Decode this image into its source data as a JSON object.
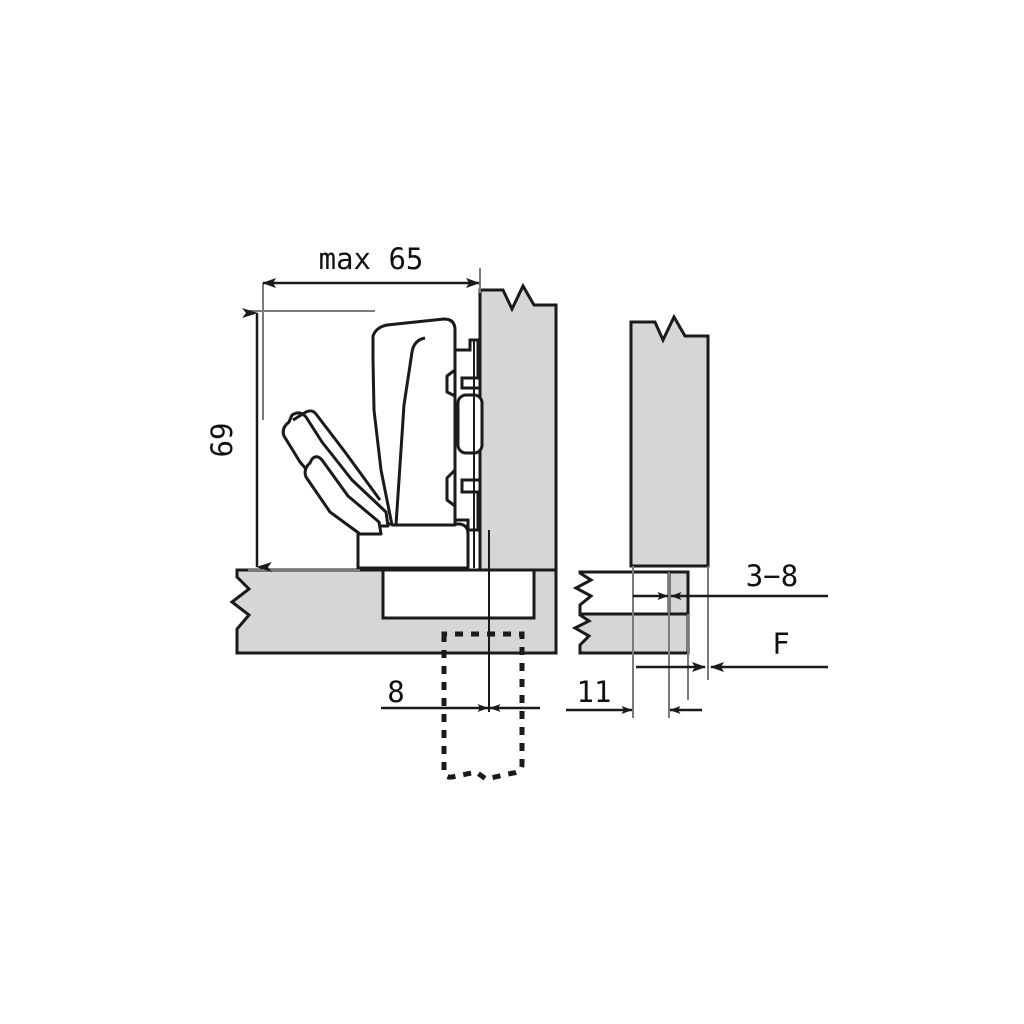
{
  "document": {
    "type": "technical-drawing",
    "subject": "concealed cabinet hinge installation diagram",
    "units": "mm",
    "background_color": "#ffffff",
    "line_color": "#1a1a1a",
    "fill_gray": "#d6d6d6",
    "views": [
      {
        "id": "side-view",
        "name": "hinge side section view",
        "position": "left"
      },
      {
        "id": "detail-view",
        "name": "door overlay detail view",
        "position": "right"
      }
    ]
  },
  "dimensions": {
    "max_opening_width": {
      "label": "max 65",
      "value": 65,
      "prefix": "max",
      "orientation": "horizontal",
      "view": "side-view"
    },
    "height": {
      "label": "69",
      "value": 69,
      "orientation": "vertical-rotated",
      "view": "side-view"
    },
    "drill_offset": {
      "label": "8",
      "value": 8,
      "orientation": "horizontal",
      "view": "side-view"
    },
    "plate_distance": {
      "label": "11",
      "value": 11,
      "orientation": "horizontal",
      "view": "detail-view"
    },
    "overlay_range": {
      "label": "3−8",
      "value_min": 3,
      "value_max": 8,
      "orientation": "horizontal",
      "view": "detail-view"
    },
    "gap_symbol": {
      "label": "F",
      "orientation": "horizontal",
      "view": "detail-view"
    }
  }
}
